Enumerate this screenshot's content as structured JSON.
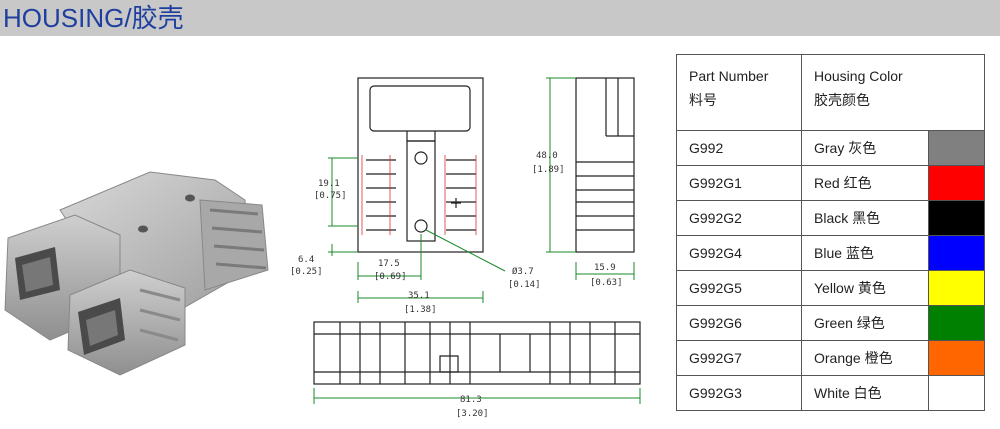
{
  "header": {
    "title": "HOUSING/胶壳"
  },
  "drawing": {
    "dims": {
      "d191": "19.1",
      "d191in": "[0.75]",
      "d64": "6.4",
      "d64in": "[0.25]",
      "d175": "17.5",
      "d175in": "[0.69]",
      "d351": "35.1",
      "d351in": "[1.38]",
      "d37": "Ø3.7",
      "d37in": "[0.14]",
      "d480": "48.0",
      "d480in": "[1.89]",
      "d159": "15.9",
      "d159in": "[0.63]",
      "d813": "81.3",
      "d813in": "[3.20]"
    }
  },
  "table": {
    "header": {
      "part_en": "Part Number",
      "part_cn": "料号",
      "color_en": "Housing Color",
      "color_cn": "胶壳颜色"
    },
    "rows": [
      {
        "part": "G992",
        "color": "Gray  灰色",
        "hex": "#808080"
      },
      {
        "part": "G992G1",
        "color": "Red  红色",
        "hex": "#ff0000"
      },
      {
        "part": "G992G2",
        "color": "Black  黑色",
        "hex": "#000000"
      },
      {
        "part": "G992G4",
        "color": "Blue  蓝色",
        "hex": "#0000ff"
      },
      {
        "part": "G992G5",
        "color": "Yellow  黄色",
        "hex": "#ffff00"
      },
      {
        "part": "G992G6",
        "color": "Green  绿色",
        "hex": "#008000"
      },
      {
        "part": "G992G7",
        "color": "Orange  橙色",
        "hex": "#ff6600"
      },
      {
        "part": "G992G3",
        "color": "White  白色",
        "hex": "#ffffff"
      }
    ]
  }
}
